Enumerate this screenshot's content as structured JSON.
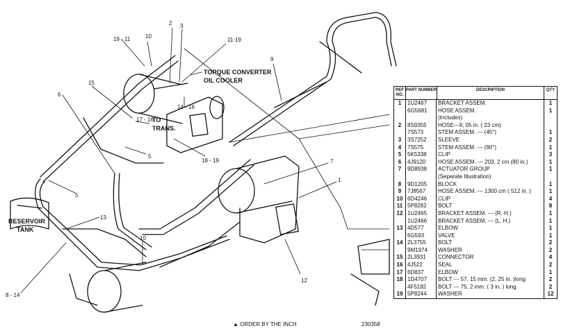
{
  "labels": {
    "c19_11": "19 - 11",
    "c10_top": "10",
    "c2": "2",
    "c3": "3",
    "c11_19": "11-19",
    "torque_line1": "TORQUE CONVERTER",
    "torque_line2": "OIL COOLER",
    "c15": "15",
    "c6": "6",
    "c17_16": "17 - 16",
    "to_trans_line1": "TO",
    "to_trans_line2": "TRANS.",
    "c14_16": "14 - 16",
    "c18_19": "18 - 19",
    "c5_a": "5",
    "c5_b": "5",
    "c9": "9",
    "c7": "7",
    "c1": "1",
    "reservoir_line1": "RESERVOIR",
    "reservoir_line2": "TANK",
    "c13": "13",
    "c10_bottom": "10",
    "c8_14": "8 - 14",
    "c12": "12"
  },
  "footer": {
    "order_note": "▲ ORDER BY THE INCH",
    "drawing_number": "230358"
  },
  "parts_table": {
    "headers": {
      "ref": "REF NO.",
      "part": "PART NUMBER",
      "desc": "DESCRIPTION",
      "qty": "QTY"
    },
    "rows": [
      {
        "ref": "1",
        "part": "1U2467",
        "desc": "BRACKET ASSEM.",
        "qty": "1"
      },
      {
        "ref": "",
        "part": "6G5681",
        "desc": "HOSE ASSEM.",
        "qty": "1"
      },
      {
        "ref": "",
        "part": "",
        "desc": "(Includes)",
        "qty": ""
      },
      {
        "ref": "2",
        "part": "8S9355",
        "desc": "HOSE---9, 05 in. ( 23 cm)",
        "qty": ""
      },
      {
        "ref": "",
        "part": "7S573",
        "desc": "STEM ASSEM. --- (45°)",
        "qty": "1"
      },
      {
        "ref": "3",
        "part": "3S7252",
        "desc": "SLEEVE",
        "qty": "2"
      },
      {
        "ref": "4",
        "part": "7S575",
        "desc": "STEM ASSEM. --- (90°)",
        "qty": "1"
      },
      {
        "ref": "5",
        "part": "5K5338",
        "desc": "CLIP",
        "qty": "3"
      },
      {
        "ref": "6",
        "part": "4J9120",
        "desc": "HOSE ASSEM. --- 203, 2 cm (80 in.)",
        "qty": "1"
      },
      {
        "ref": "7",
        "part": "9D8938",
        "desc": "ACTUATOR GROUP",
        "qty": "1"
      },
      {
        "ref": "",
        "part": "",
        "desc": "(Separate Illustration)",
        "qty": ""
      },
      {
        "ref": "8",
        "part": "9D1205",
        "desc": "BLOCK",
        "qty": "1"
      },
      {
        "ref": "9",
        "part": "7J8567",
        "desc": "HOSE ASSEM. --- 1300 cm ( 512 in. )",
        "qty": "1"
      },
      {
        "ref": "10",
        "part": "6D4246",
        "desc": "CLIP",
        "qty": "4"
      },
      {
        "ref": "11",
        "part": "5P8282",
        "desc": "BOLT",
        "qty": "8"
      },
      {
        "ref": "12",
        "part": "1U2465",
        "desc": "BRACKET ASSEM. --- (R. H.)",
        "qty": "1"
      },
      {
        "ref": "",
        "part": "1U2466",
        "desc": "BRACKET ASSEM. --- (L. H.)",
        "qty": "1"
      },
      {
        "ref": "13",
        "part": "4D577",
        "desc": "ELBOW",
        "qty": "1"
      },
      {
        "ref": "",
        "part": "6G593",
        "desc": "VALVE",
        "qty": "1"
      },
      {
        "ref": "14",
        "part": "2L3755",
        "desc": "BOLT",
        "qty": "2"
      },
      {
        "ref": "",
        "part": "9M1974",
        "desc": "WASHER",
        "qty": "2"
      },
      {
        "ref": "15",
        "part": "2L3931",
        "desc": "CONNECTOR",
        "qty": "4"
      },
      {
        "ref": "16",
        "part": "4J522",
        "desc": "SEAL",
        "qty": "2"
      },
      {
        "ref": "17",
        "part": "6D837",
        "desc": "ELBOW",
        "qty": "1"
      },
      {
        "ref": "18",
        "part": "1D4707",
        "desc": "BOLT --- 57, 15 mm. (2, 25 in. )long",
        "qty": "2"
      },
      {
        "ref": "",
        "part": "4F5192",
        "desc": "BOLT --- 75, 2 mm. ( 3 in. ) long",
        "qty": "2"
      },
      {
        "ref": "19",
        "part": "5P8244",
        "desc": "WASHER",
        "qty": "12"
      }
    ]
  }
}
